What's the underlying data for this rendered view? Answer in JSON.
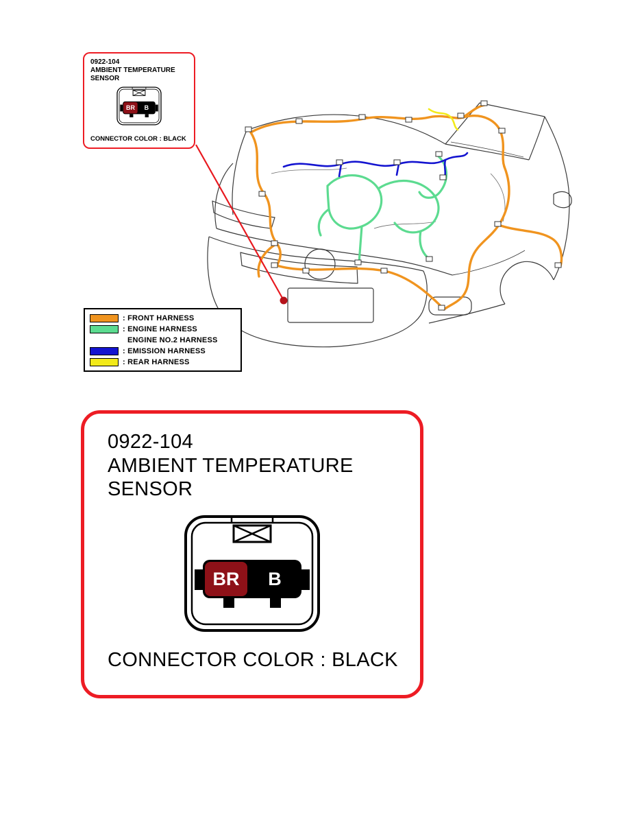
{
  "accent": {
    "red": "#ed1c24",
    "pointer_line": "#e8191f",
    "pointer_dot": "#b5121a"
  },
  "callout": {
    "code": "0922-104",
    "title_line1": "AMBIENT TEMPERATURE",
    "title_line2": "SENSOR",
    "connector_note": "CONNECTOR COLOR : BLACK",
    "pins": [
      {
        "label": "BR",
        "color": "#8e1118"
      },
      {
        "label": "B",
        "color": "#000000"
      }
    ]
  },
  "legend": {
    "items": [
      {
        "swatch": "#f0941f",
        "label": ": FRONT HARNESS"
      },
      {
        "swatch": "#5cdb90",
        "label": ": ENGINE HARNESS"
      },
      {
        "swatch": null,
        "label": "ENGINE NO.2 HARNESS"
      },
      {
        "swatch": "#1414d0",
        "label": ": EMISSION HARNESS"
      },
      {
        "swatch": "#f2ea1a",
        "label": ": REAR HARNESS"
      }
    ]
  },
  "detail": {
    "code": "0922-104",
    "title_line1": "AMBIENT TEMPERATURE",
    "title_line2": "SENSOR",
    "connector_note": "CONNECTOR COLOR : BLACK",
    "pins": [
      {
        "label": "BR",
        "color": "#8e1118"
      },
      {
        "label": "B",
        "color": "#000000"
      }
    ]
  },
  "diagram": {
    "harness_colors": {
      "front": "#f0941f",
      "engine": "#5cdb90",
      "emission": "#1414d0",
      "rear": "#f2ea1a"
    }
  }
}
